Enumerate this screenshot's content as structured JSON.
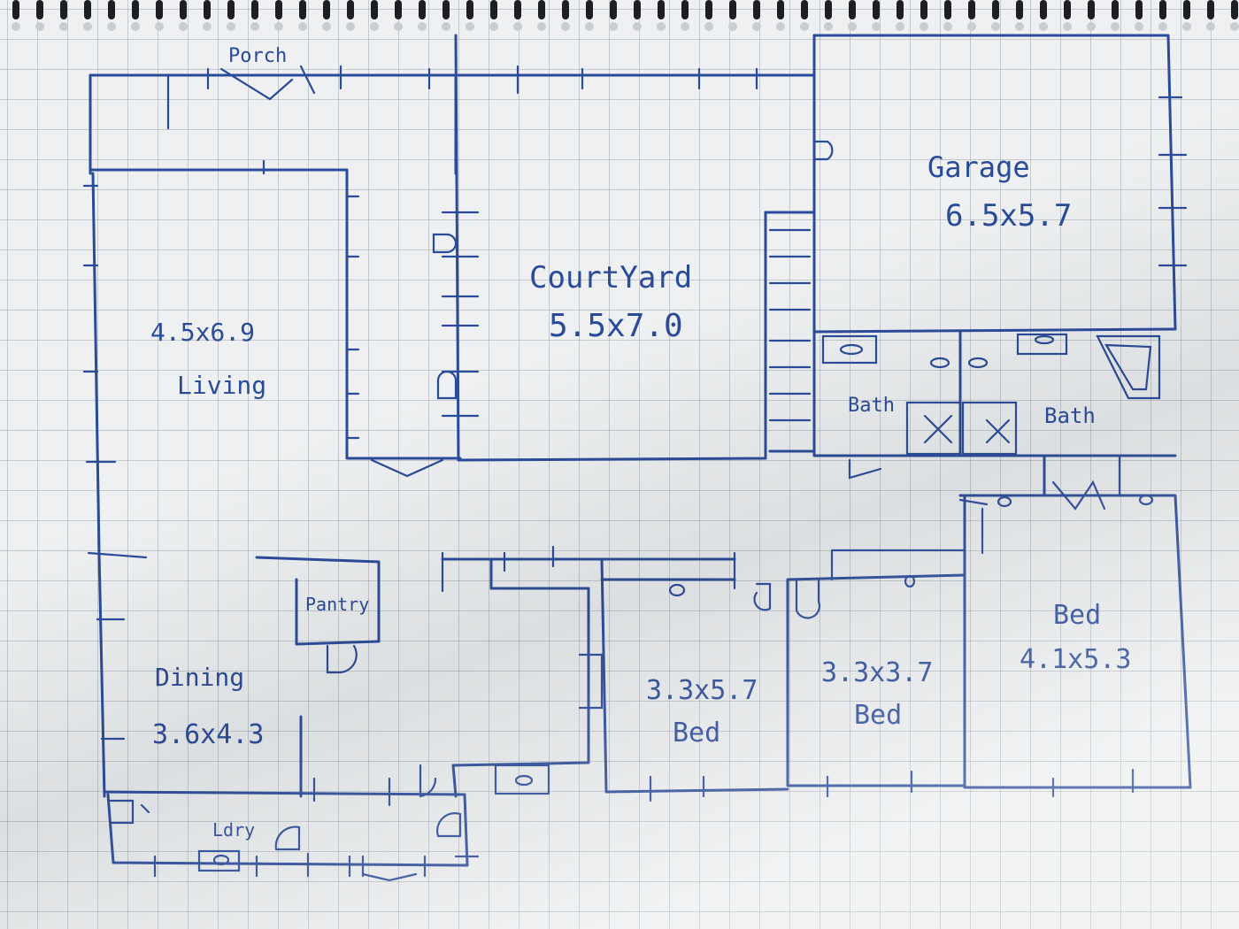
{
  "rooms": {
    "porch": {
      "name": "Porch"
    },
    "living": {
      "dims": "4.5x6.9",
      "name": "Living"
    },
    "courtyard": {
      "name": "CourtYard",
      "dims": "5.5x7.0"
    },
    "garage": {
      "name": "Garage",
      "dims": "6.5x5.7"
    },
    "bath1": {
      "name": "Bath"
    },
    "bath2": {
      "name": "Bath"
    },
    "pantry": {
      "name": "Pantry"
    },
    "dining": {
      "name": "Dining",
      "dims": "3.6x4.3"
    },
    "laundry": {
      "name": "Ldry"
    },
    "bed1": {
      "dims": "3.3x5.7",
      "name": "Bed"
    },
    "bed2": {
      "dims": "3.3x3.7",
      "name": "Bed"
    },
    "bed3": {
      "name": "Bed",
      "dims": "4.1x5.3"
    }
  },
  "colors": {
    "ink": "#2a4a9a",
    "paper": "#eef0f1",
    "grid": "#8b949c"
  }
}
